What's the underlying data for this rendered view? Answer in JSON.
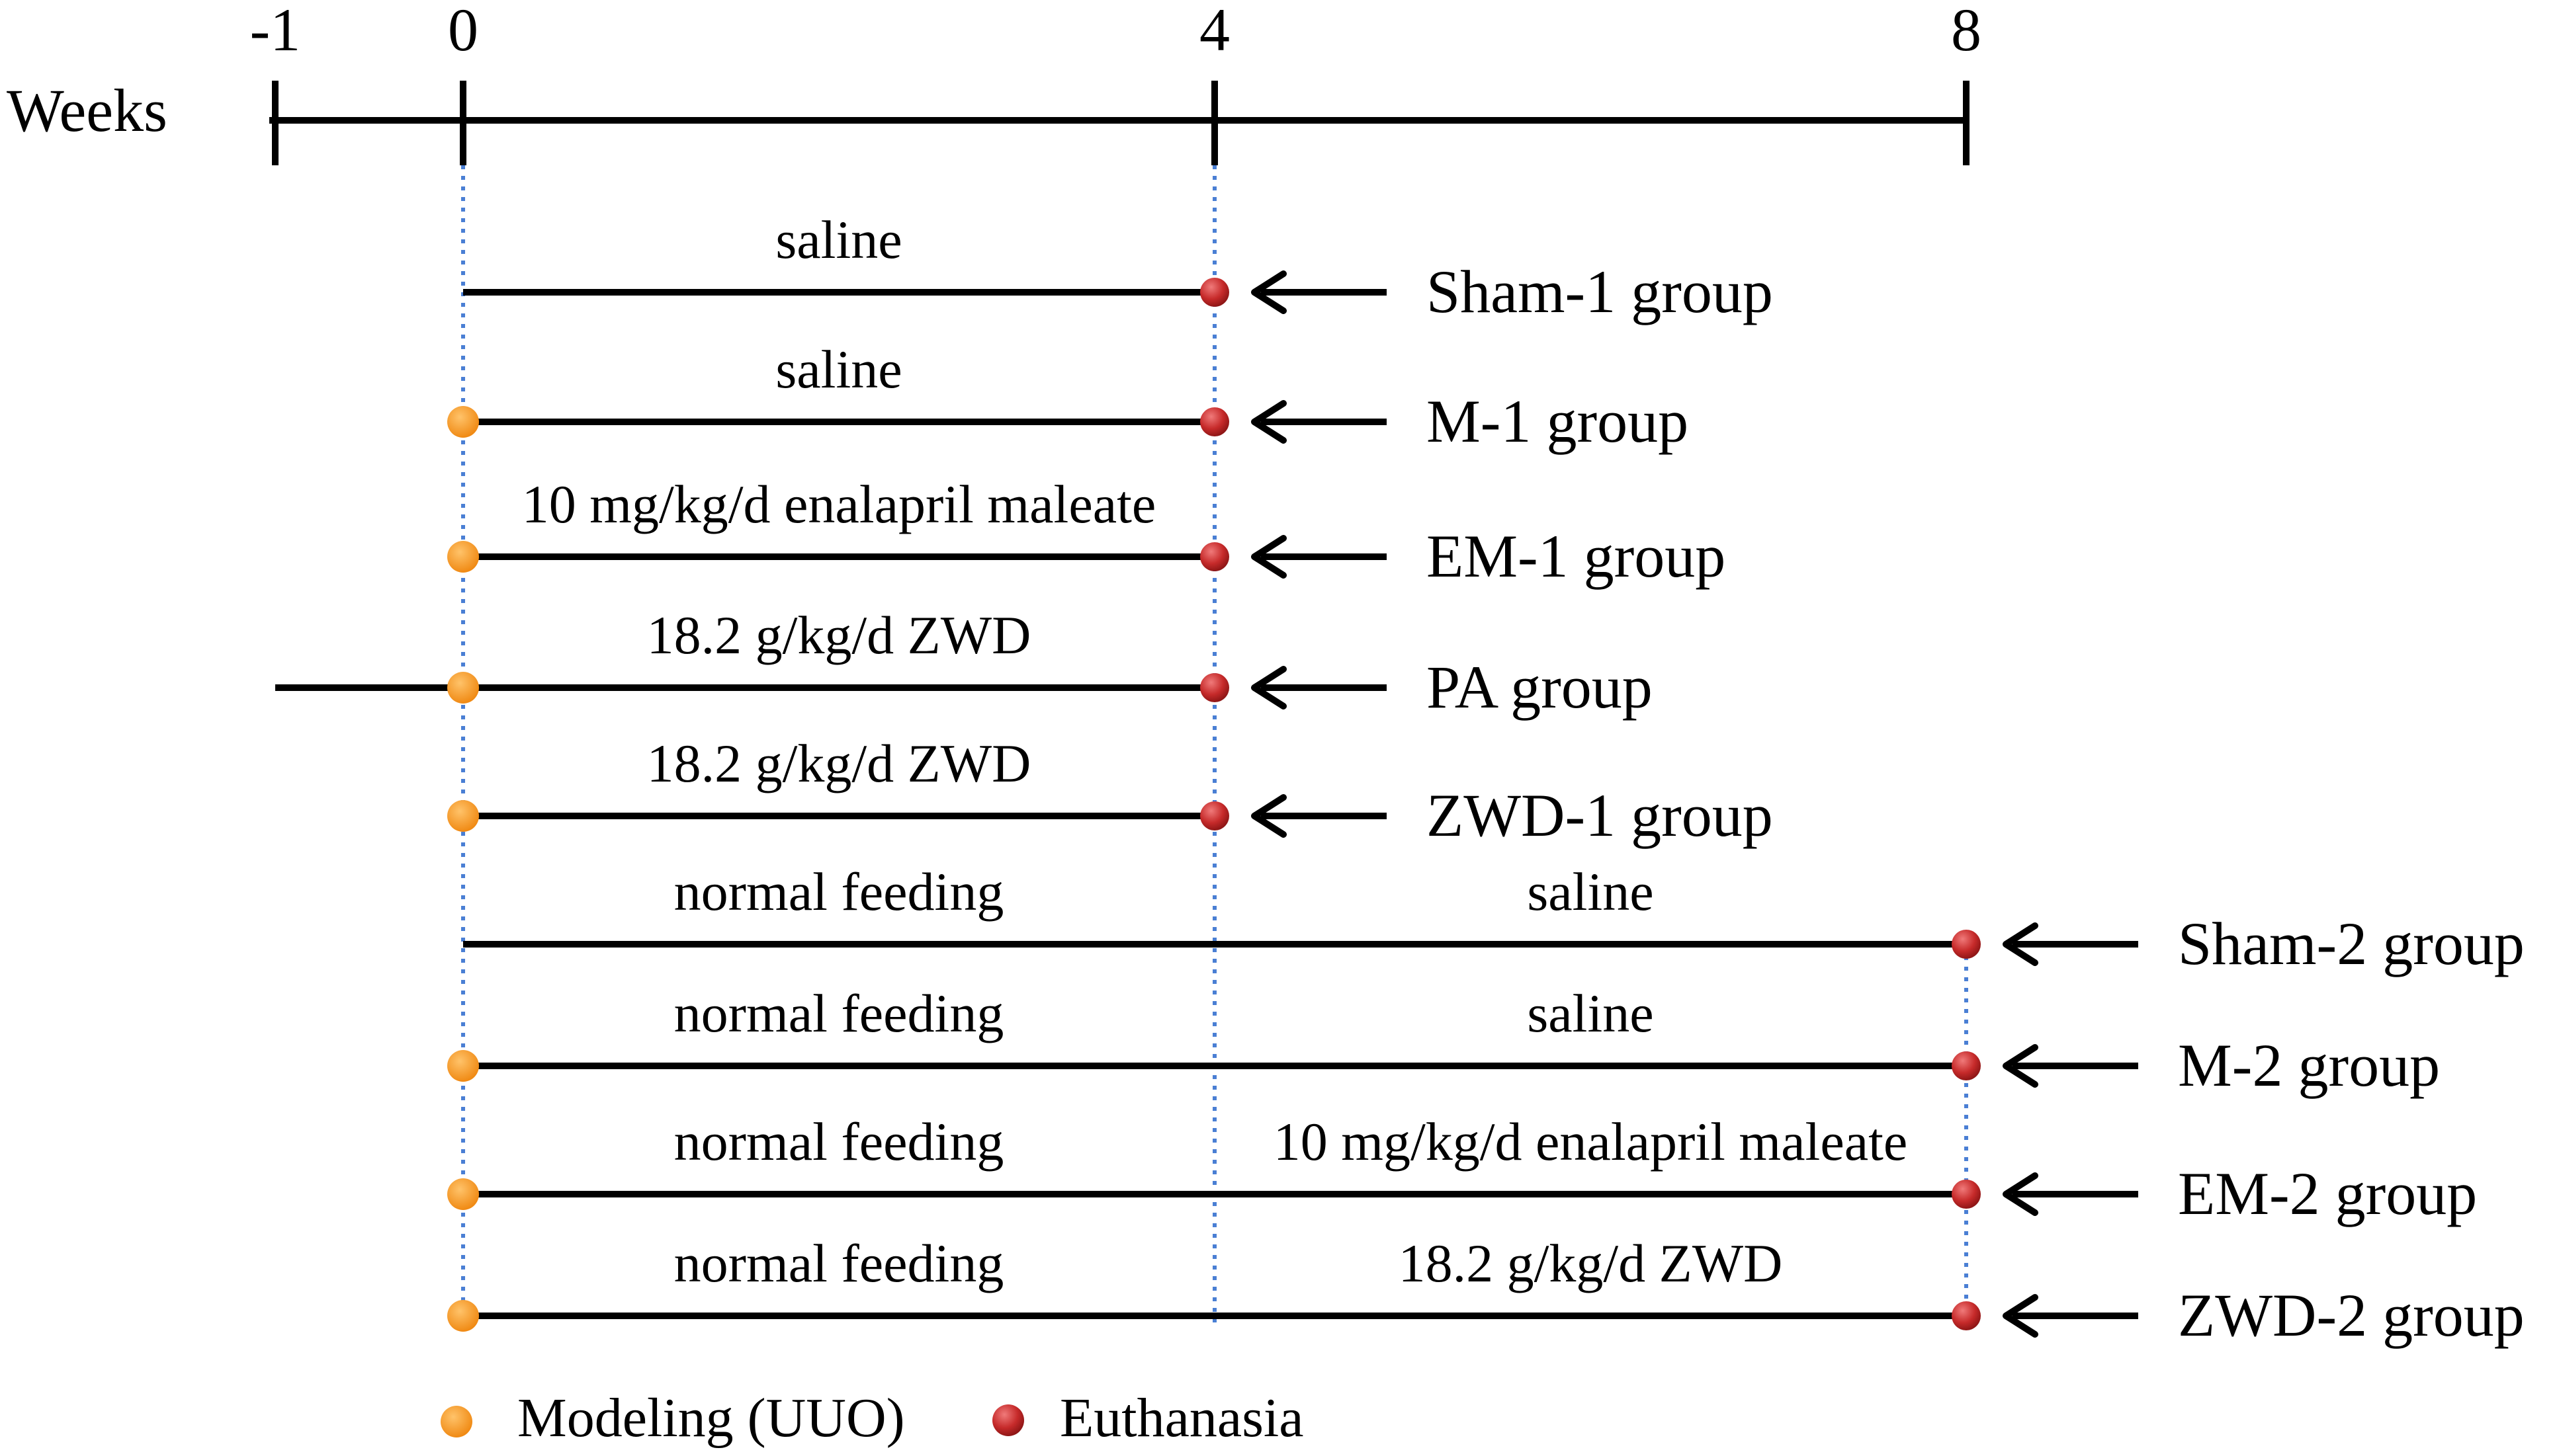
{
  "axis": {
    "label": "Weeks",
    "ticks": [
      {
        "value": -1,
        "label": "-1"
      },
      {
        "value": 0,
        "label": "0"
      },
      {
        "value": 4,
        "label": "4"
      },
      {
        "value": 8,
        "label": "8"
      }
    ],
    "range": [
      -1,
      8
    ]
  },
  "groups": [
    {
      "name": "Sham-1 group",
      "start": 0,
      "end": 4,
      "modeling_marker": false,
      "euthanasia_marker": true,
      "segments": [
        {
          "label": "saline",
          "from": 0,
          "to": 4
        }
      ]
    },
    {
      "name": "M-1 group",
      "start": 0,
      "end": 4,
      "modeling_marker": true,
      "euthanasia_marker": true,
      "segments": [
        {
          "label": "saline",
          "from": 0,
          "to": 4
        }
      ]
    },
    {
      "name": "EM-1 group",
      "start": 0,
      "end": 4,
      "modeling_marker": true,
      "euthanasia_marker": true,
      "segments": [
        {
          "label": "10 mg/kg/d enalapril maleate",
          "from": 0,
          "to": 4
        }
      ]
    },
    {
      "name": "PA group",
      "start": -1,
      "end": 4,
      "modeling_marker": true,
      "euthanasia_marker": true,
      "segments": [
        {
          "label": "18.2 g/kg/d ZWD",
          "from": 0,
          "to": 4
        }
      ]
    },
    {
      "name": "ZWD-1 group",
      "start": 0,
      "end": 4,
      "modeling_marker": true,
      "euthanasia_marker": true,
      "segments": [
        {
          "label": "18.2 g/kg/d ZWD",
          "from": 0,
          "to": 4
        }
      ]
    },
    {
      "name": "Sham-2 group",
      "start": 0,
      "end": 8,
      "modeling_marker": false,
      "euthanasia_marker": true,
      "segments": [
        {
          "label": "normal feeding",
          "from": 0,
          "to": 4
        },
        {
          "label": "saline",
          "from": 4,
          "to": 8
        }
      ]
    },
    {
      "name": "M-2 group",
      "start": 0,
      "end": 8,
      "modeling_marker": true,
      "euthanasia_marker": true,
      "segments": [
        {
          "label": "normal feeding",
          "from": 0,
          "to": 4
        },
        {
          "label": "saline",
          "from": 4,
          "to": 8
        }
      ]
    },
    {
      "name": "EM-2 group",
      "start": 0,
      "end": 8,
      "modeling_marker": true,
      "euthanasia_marker": true,
      "segments": [
        {
          "label": "normal feeding",
          "from": 0,
          "to": 4
        },
        {
          "label": "10 mg/kg/d enalapril maleate",
          "from": 4,
          "to": 8
        }
      ]
    },
    {
      "name": "ZWD-2 group",
      "start": 0,
      "end": 8,
      "modeling_marker": true,
      "euthanasia_marker": true,
      "segments": [
        {
          "label": "normal feeding",
          "from": 0,
          "to": 4
        },
        {
          "label": "18.2 g/kg/d ZWD",
          "from": 4,
          "to": 8
        }
      ]
    }
  ],
  "legend": {
    "modeling": "Modeling (UUO)",
    "euthanasia": "Euthanasia"
  },
  "colors": {
    "line": "#000000",
    "guide": "#4a7fd4",
    "modeling": "#f39423",
    "euthanasia": "#c62a2a"
  }
}
